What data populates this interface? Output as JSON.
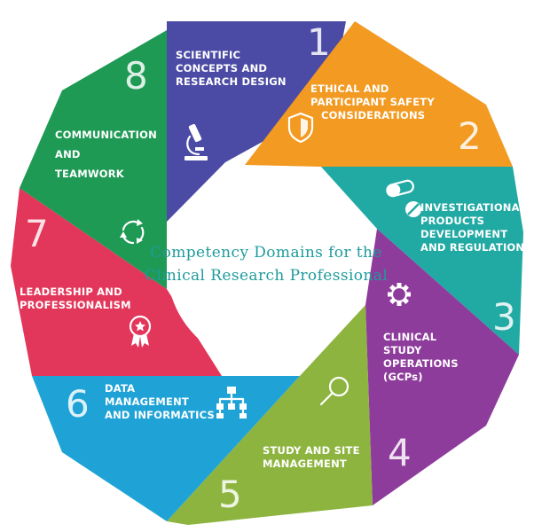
{
  "center": {
    "line1": "Competency Domains for the",
    "line2": "Clinical Research Professional"
  },
  "segments": [
    {
      "number": "1",
      "lines": [
        "SCIENTIFIC",
        "CONCEPTS  AND",
        "RESEARCH DESIGN"
      ],
      "color": "#4B4BA5",
      "icon": "microscope-icon"
    },
    {
      "number": "2",
      "lines": [
        "ETHICAL AND",
        "PARTICIPANT SAFETY",
        "CONSIDERATIONS"
      ],
      "color": "#F29A21",
      "icon": "shield-icon"
    },
    {
      "number": "3",
      "lines": [
        "INVESTIGATIONAL",
        "PRODUCTS",
        "DEVELOPMENT",
        "AND REGULATION"
      ],
      "color": "#21A9A4",
      "icon": "pills-icon"
    },
    {
      "number": "4",
      "lines": [
        "CLINICAL",
        "STUDY",
        "OPERATIONS",
        "(GCPs)"
      ],
      "color": "#8E3C9C",
      "icon": "gear-icon"
    },
    {
      "number": "5",
      "lines": [
        "STUDY AND SITE",
        "MANAGEMENT"
      ],
      "color": "#8DB43F",
      "icon": "magnifier-icon"
    },
    {
      "number": "6",
      "lines": [
        "DATA",
        "MANAGEMENT",
        "AND INFORMATICS"
      ],
      "color": "#1FA3D6",
      "icon": "org-chart-icon"
    },
    {
      "number": "7",
      "lines": [
        "LEADERSHIP AND",
        "PROFESSIONALISM"
      ],
      "color": "#E2365A",
      "icon": "award-icon"
    },
    {
      "number": "8",
      "lines": [
        "COMMUNICATION",
        "AND",
        "TEAMWORK"
      ],
      "color": "#1E9A55",
      "icon": "cycle-arrows-icon"
    }
  ]
}
